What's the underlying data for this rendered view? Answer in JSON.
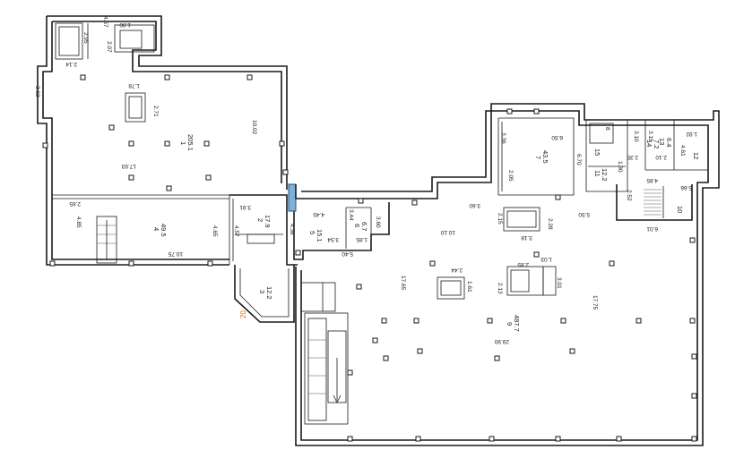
{
  "rooms": {
    "r1": {
      "number": "1",
      "area": "205.1"
    },
    "r2": {
      "number": "2",
      "area": "17.9"
    },
    "r3": {
      "number": "3",
      "area": "12.2"
    },
    "r4": {
      "number": "4",
      "area": "49.5"
    },
    "r5": {
      "number": "5",
      "area": "15.1"
    },
    "r6": {
      "number": "6",
      "area": "6.7"
    },
    "r7": {
      "number": "7",
      "area": "43.5"
    },
    "r9": {
      "number": "9",
      "area": "487.7"
    },
    "r10": {
      "number": "10"
    },
    "r11": {
      "number": "11",
      "area": "12.2"
    },
    "r12": {
      "number": "12"
    },
    "r13": {
      "number": "13",
      "area": "6.4"
    },
    "r14": {
      "number": "14",
      "area": "7.2"
    },
    "r15": {
      "number": "15"
    }
  },
  "dims": {
    "d_457": "4.57",
    "d_295": "2.95",
    "d_207": "2.07",
    "d_190": "1.90",
    "d_214": "2.14",
    "d_362": "3.62",
    "d_178": "1.78",
    "d_271": "2.71",
    "d_1002": "10.02",
    "d_1793": "17.93",
    "d_265": "2.65",
    "d_485": "4.85",
    "d_1075": "10.75",
    "d_465": "4.65",
    "d_457b": "4.57",
    "d_391": "3.91",
    "d_436": "4.36",
    "d_445": "4.45",
    "d_344": "3.44",
    "d_354": "3.54",
    "d_185": "1.85",
    "d_540": "5.40",
    "d_360": "3.60",
    "d_1010": "10.10",
    "d_336": "3.36",
    "d_650": "6.50",
    "d_670": "6.70",
    "d_205": "2.05",
    "d_360b": "3.60",
    "d_215": "2.15",
    "d_318": "3.18",
    "d_228": "2.28",
    "d_550": "5.50",
    "d_310": "3.10",
    "d_235": "2.35",
    "d_130": "1.30",
    "d_210": "2.10",
    "d_315": "3.15",
    "d_461": "4.61",
    "d_192": "1.92",
    "d_485b": "4.85",
    "d_252": "2.52",
    "d_566": "5.66",
    "d_601": "6.01",
    "d_244": "2.44",
    "d_161": "1.61",
    "d_213": "2.13",
    "d_285": "2.85",
    "d_103": "1.03",
    "d_301": "3.01",
    "d_1765": "17.65",
    "d_1775": "17.75",
    "d_2990": "29.90",
    "d_8": "8"
  },
  "marker": "20"
}
